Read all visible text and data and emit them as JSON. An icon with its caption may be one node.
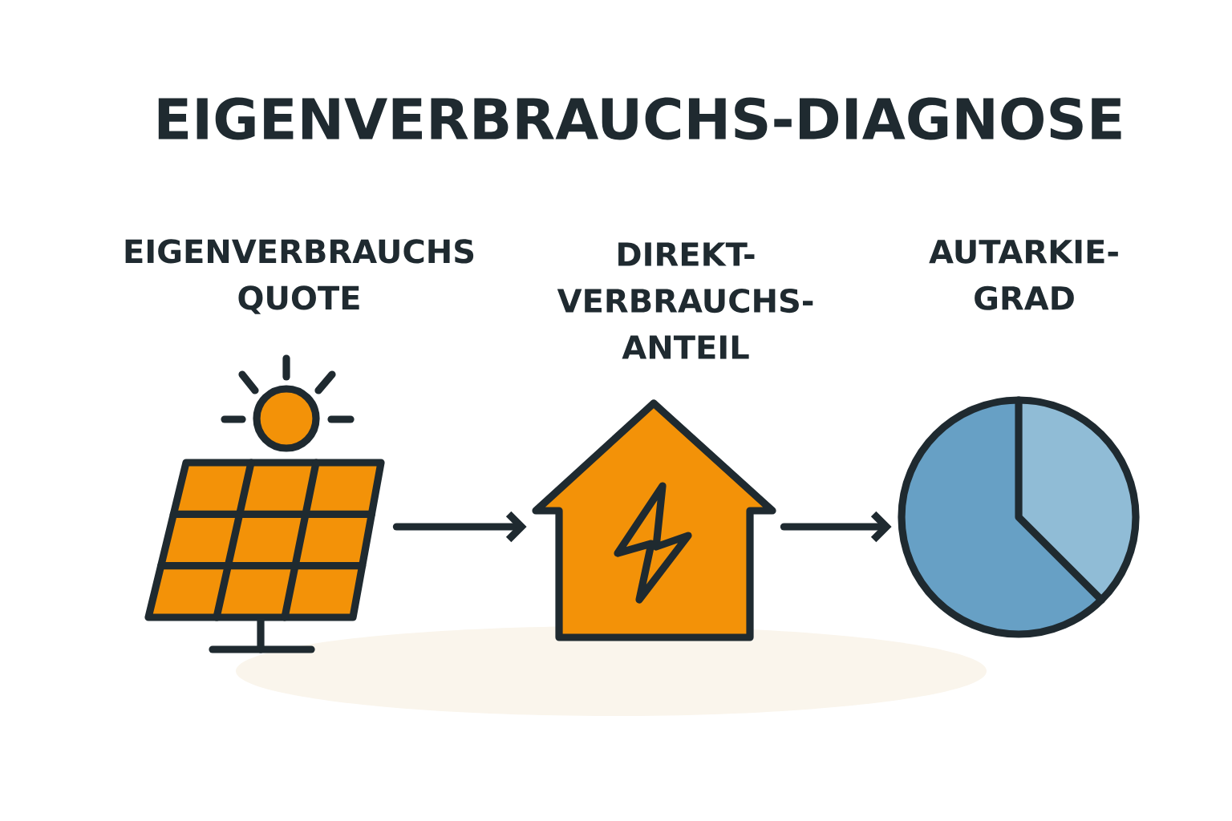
{
  "diagram": {
    "title": "EIGENVERBRAUCHS-DIAGNOSE",
    "nodes": [
      {
        "text": [
          "EIGENVERBRAUCHS QUOTE"
        ]
      },
      {
        "text": [
          "DIREKT- VERBRAUCHS- ANTEIL"
        ]
      },
      {
        "text": [
          "AUTARKIE- GRAD"
        ]
      }
    ],
    "edges": [
      {
        "from": 0,
        "to": 1,
        "arrow": "to"
      },
      {
        "from": 1,
        "to": 2,
        "arrow": "to"
      }
    ]
  }
}
